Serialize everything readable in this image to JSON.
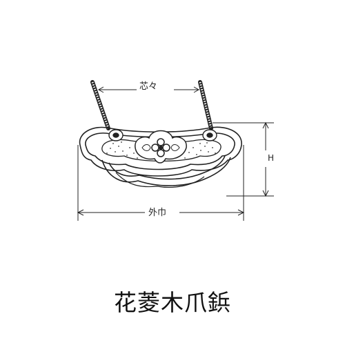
{
  "labels": {
    "center_distance": "芯々",
    "outer_width": "外巾",
    "height": "H"
  },
  "caption": "花菱木爪鋲",
  "colors": {
    "line": "#222222",
    "background": "#ffffff"
  }
}
